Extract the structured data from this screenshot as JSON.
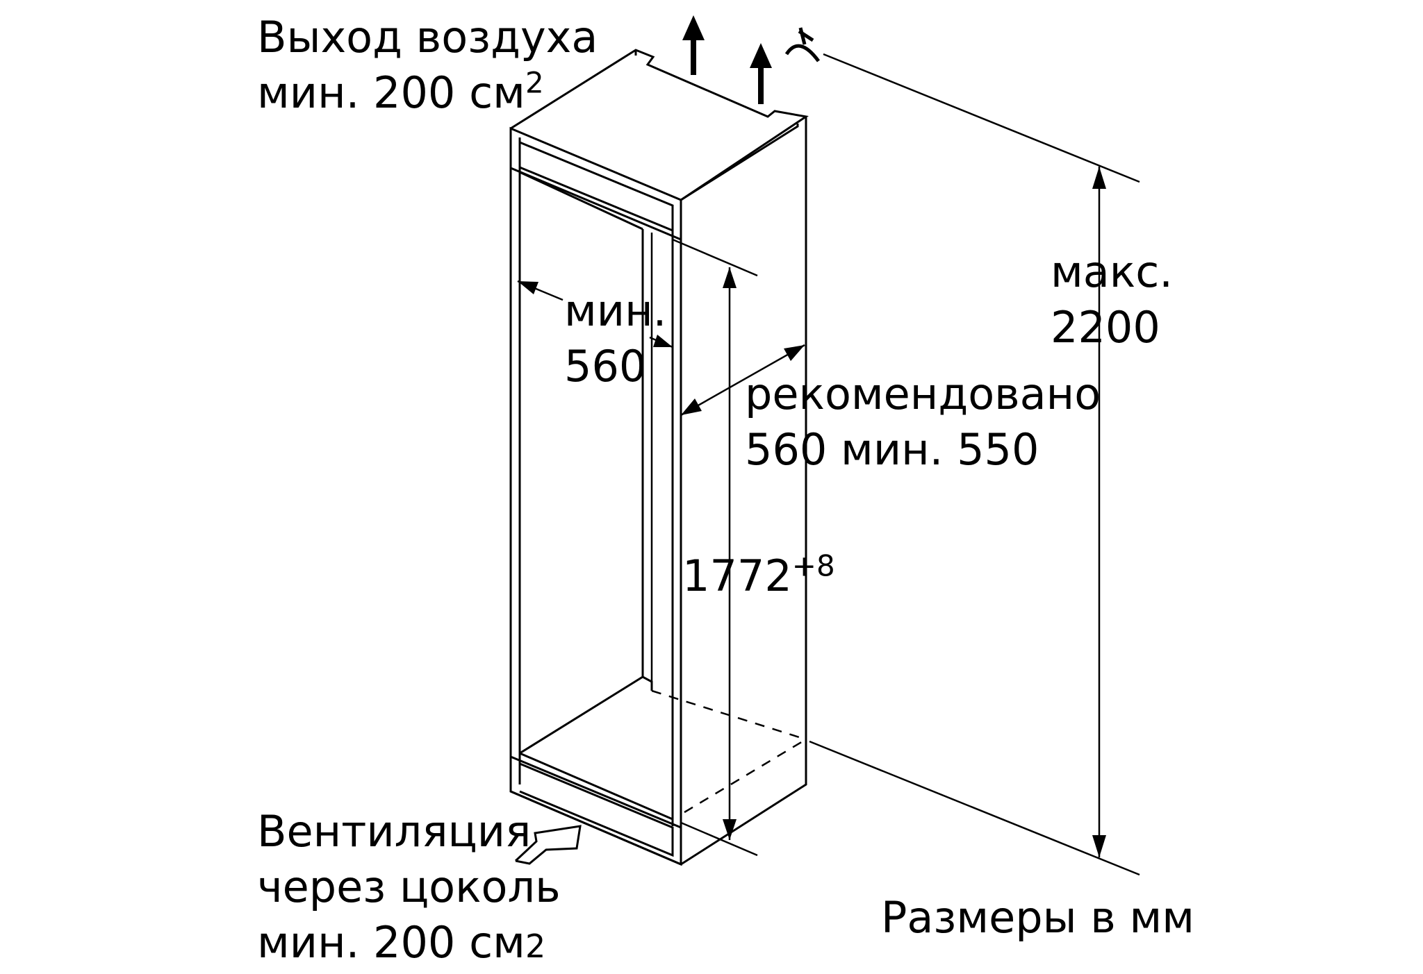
{
  "labels": {
    "air_outlet_line1": "Выход воздуха",
    "air_outlet_line2": "мин. 200 см",
    "air_outlet_sup": "2",
    "min_width_line1": "мин.",
    "min_width_line2": "560",
    "recommended_line1": "рекомендовано",
    "recommended_line2": "560 мин. 550",
    "height_value": "1772",
    "height_tolerance": "+8",
    "max_height_line1": "макс.",
    "max_height_line2": "2200",
    "ventilation_line1": "Вентиляция",
    "ventilation_line2": "через цоколь",
    "ventilation_line3": "мин. 200 см",
    "ventilation_sup": "2",
    "units_note": "Размеры в мм"
  },
  "icons": {
    "air_flow_arrows": "arrow-up-icon",
    "ceiling_symbol": "ceiling-icon",
    "inlet_arrow": "arrow-right-icon"
  },
  "colors": {
    "line": "#000000",
    "background": "#ffffff"
  }
}
